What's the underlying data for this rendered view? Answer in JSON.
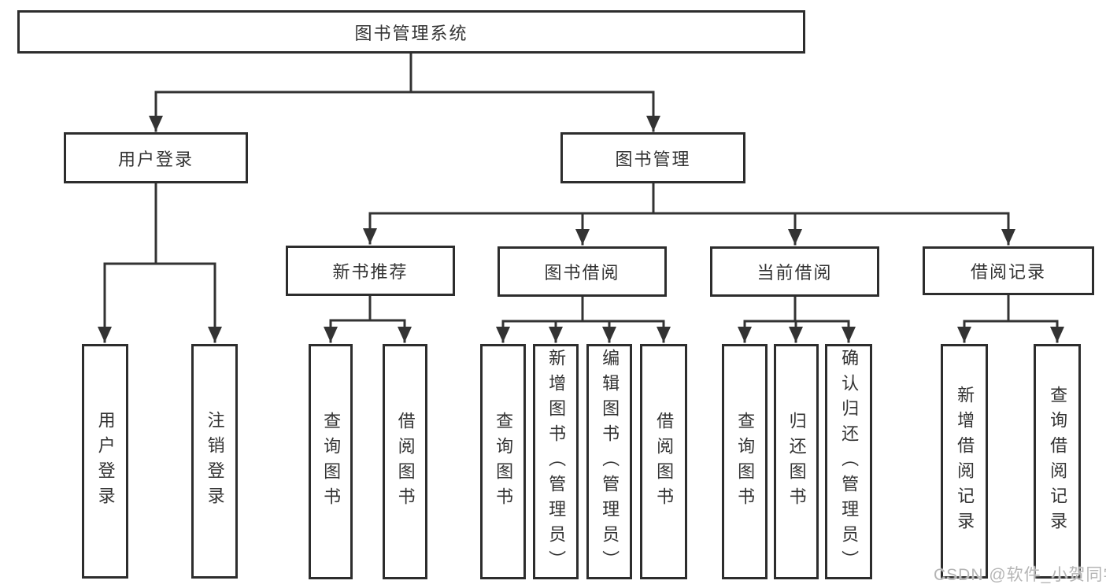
{
  "diagram": {
    "type": "hierarchy-tree",
    "title": "图书管理系统",
    "colors": {
      "line": "#333333",
      "box_border": "#2d2d2d",
      "box_fill": "#ffffff",
      "text": "#333333",
      "watermark": "#b5b5b5"
    },
    "nodes": {
      "root": {
        "label": "图书管理系统"
      },
      "user_login": {
        "label": "用户登录"
      },
      "book_mgmt": {
        "label": "图书管理"
      },
      "new_book_rec": {
        "label": "新书推荐"
      },
      "book_borrow": {
        "label": "图书借阅"
      },
      "current_borrow": {
        "label": "当前借阅"
      },
      "borrow_records": {
        "label": "借阅记录"
      },
      "leaf_user_login": {
        "label": "用户登录"
      },
      "leaf_logout": {
        "label": "注销登录"
      },
      "leaf_query_books_1": {
        "label": "查询图书"
      },
      "leaf_borrow_books_1": {
        "label": "借阅图书"
      },
      "leaf_query_books_2": {
        "label": "查询图书"
      },
      "leaf_add_book": {
        "label": "新增图书（管理员）"
      },
      "leaf_edit_book": {
        "label": "编辑图书（管理员）"
      },
      "leaf_borrow_books_2": {
        "label": "借阅图书"
      },
      "leaf_query_books_3": {
        "label": "查询图书"
      },
      "leaf_return_book": {
        "label": "归还图书"
      },
      "leaf_confirm_return": {
        "label": "确认归还（管理员）"
      },
      "leaf_add_borrow_record": {
        "label": "新增借阅记录"
      },
      "leaf_query_borrow_record": {
        "label": "查询借阅记录"
      }
    },
    "hierarchy": {
      "图书管理系统": [
        "用户登录",
        "图书管理"
      ],
      "用户登录": [
        "用户登录",
        "注销登录"
      ],
      "图书管理": [
        "新书推荐",
        "图书借阅",
        "当前借阅",
        "借阅记录"
      ],
      "新书推荐": [
        "查询图书",
        "借阅图书"
      ],
      "图书借阅": [
        "查询图书",
        "新增图书（管理员）",
        "编辑图书（管理员）",
        "借阅图书"
      ],
      "当前借阅": [
        "查询图书",
        "归还图书",
        "确认归还（管理员）"
      ],
      "借阅记录": [
        "新增借阅记录",
        "查询借阅记录"
      ]
    }
  },
  "watermark": {
    "text": "CSDN @软件_小贺同学"
  }
}
